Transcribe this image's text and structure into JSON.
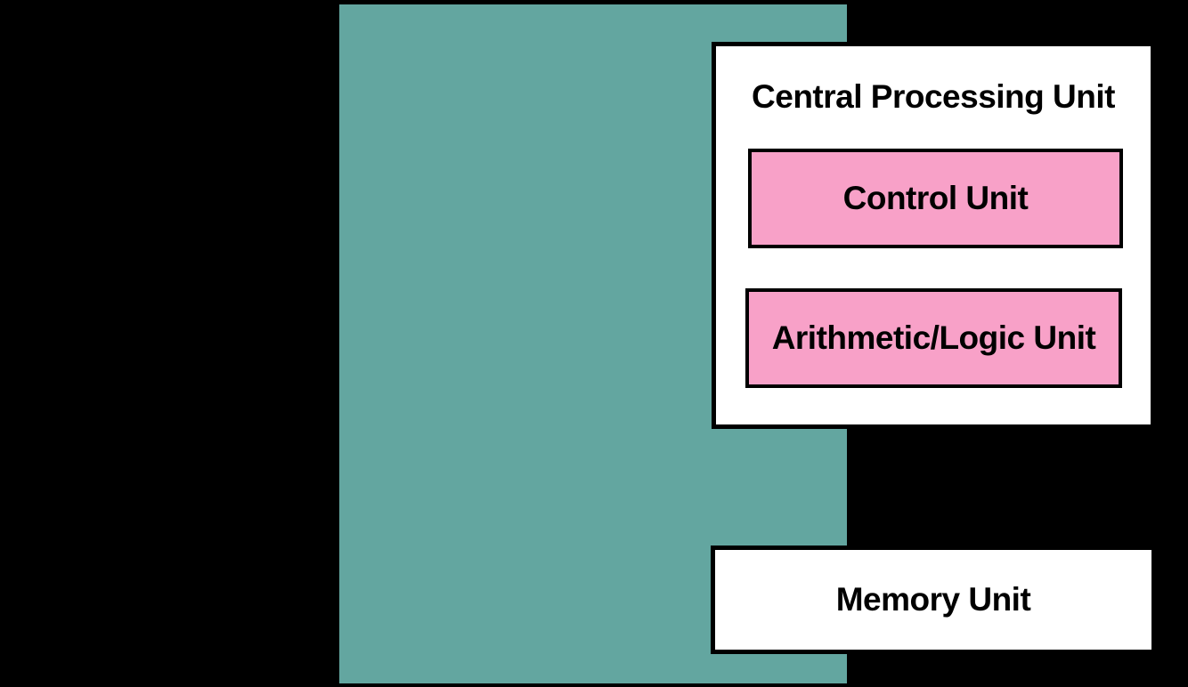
{
  "colors": {
    "page_background": "#000000",
    "panel": "#63A6A0",
    "cpu_fill": "#FFFFFF",
    "subunit_fill": "#F8A1C8",
    "memory_fill": "#FFFFFF",
    "line": "#000000",
    "text": "#000000"
  },
  "diagram": {
    "cpu": {
      "label": "Central Processing Unit",
      "control_unit": {
        "label": "Control Unit"
      },
      "alu": {
        "label": "Arithmetic/Logic Unit"
      }
    },
    "memory": {
      "label": "Memory Unit"
    },
    "arrows": [
      {
        "name": "cpu-to-memory",
        "direction": "down"
      },
      {
        "name": "memory-to-cpu",
        "direction": "up"
      }
    ]
  }
}
